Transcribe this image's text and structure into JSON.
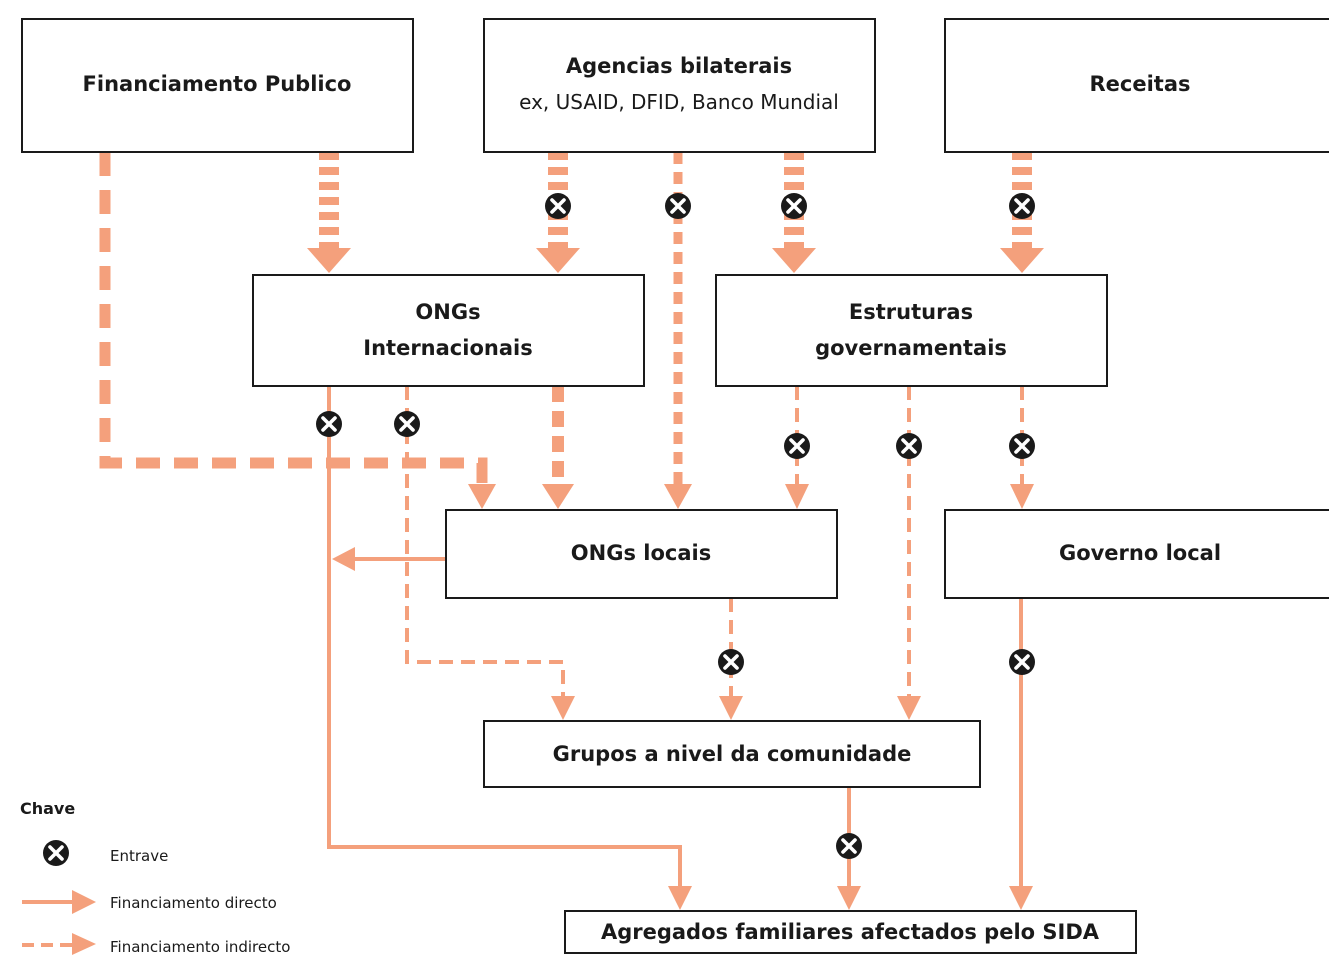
{
  "nodes": {
    "financiamento_publico": {
      "title": "Financiamento Publico"
    },
    "agencias_bilaterais": {
      "title": "Agencias bilaterais",
      "subtitle": "ex, USAID, DFID, Banco Mundial"
    },
    "receitas": {
      "title": "Receitas"
    },
    "ongs_internacionais": {
      "line1": "ONGs",
      "line2": "Internacionais"
    },
    "estruturas_governamentais": {
      "line1": "Estruturas",
      "line2": "governamentais"
    },
    "ongs_locais": {
      "title": "ONGs locais"
    },
    "governo_local": {
      "title": "Governo local"
    },
    "grupos_comunidade": {
      "title": "Grupos a nivel da comunidade"
    },
    "agregados_familiares": {
      "title": "Agregados familiares afectados pelo SIDA"
    }
  },
  "legend": {
    "title": "Chave",
    "entrave": "Entrave",
    "directo": "Financiamento directo",
    "indirecto": "Financiamento indirecto"
  },
  "colors": {
    "arrow": "#f4a07c",
    "box_border": "#1a1a1a",
    "marker": "#1a1a1a"
  },
  "icons": {
    "marker": "x-circle-icon"
  }
}
